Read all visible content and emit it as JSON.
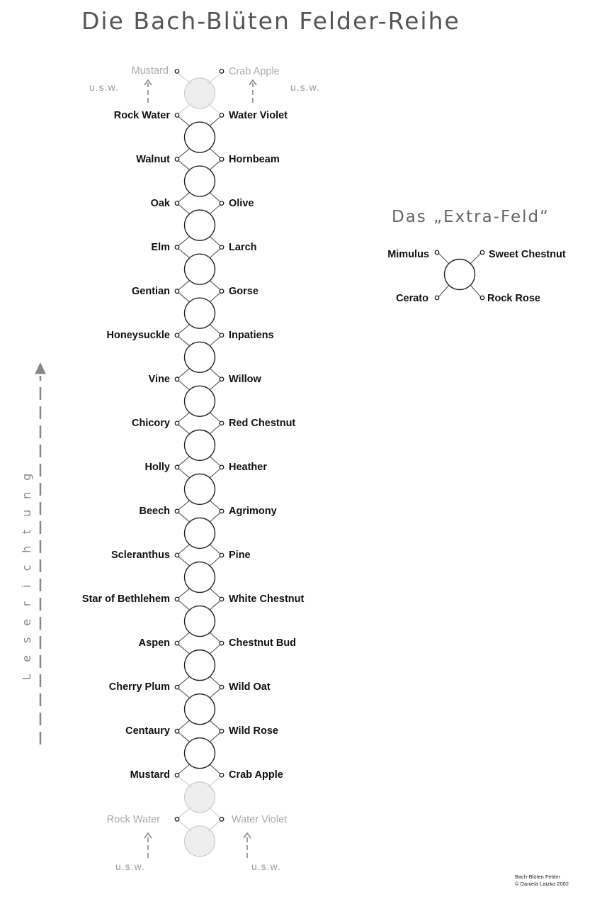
{
  "title": "Die Bach-Blüten Felder-Reihe",
  "extra_field": {
    "title": "Das „Extra-Feld“",
    "top_left": "Mimulus",
    "top_right": "Sweet Chestnut",
    "bottom_left": "Cerato",
    "bottom_right": "Rock Rose"
  },
  "top_continuation": {
    "left": "Mustard",
    "right": "Crab Apple",
    "usw_left": "u.s.w.",
    "usw_right": "u.s.w."
  },
  "rows": [
    {
      "left": "Rock Water",
      "right": "Water Violet"
    },
    {
      "left": "Walnut",
      "right": "Hornbeam"
    },
    {
      "left": "Oak",
      "right": "Olive"
    },
    {
      "left": "Elm",
      "right": "Larch"
    },
    {
      "left": "Gentian",
      "right": "Gorse"
    },
    {
      "left": "Honeysuckle",
      "right": "Inpatiens"
    },
    {
      "left": "Vine",
      "right": "Willow"
    },
    {
      "left": "Chicory",
      "right": "Red Chestnut"
    },
    {
      "left": "Holly",
      "right": "Heather"
    },
    {
      "left": "Beech",
      "right": "Agrimony"
    },
    {
      "left": "Scleranthus",
      "right": "Pine"
    },
    {
      "left": "Star of Bethlehem",
      "right": "White Chestnut"
    },
    {
      "left": "Aspen",
      "right": "Chestnut Bud"
    },
    {
      "left": "Cherry Plum",
      "right": "Wild Oat"
    },
    {
      "left": "Centaury",
      "right": "Wild Rose"
    },
    {
      "left": "Mustard",
      "right": "Crab Apple"
    }
  ],
  "bottom_continuation": {
    "left": "Rock Water",
    "right": "Water Violet",
    "usw_left": "u.s.w.",
    "usw_right": "u.s.w."
  },
  "reading_direction": [
    "L",
    "e",
    "s",
    "e",
    "r",
    "i",
    "c",
    "h",
    "t",
    "u",
    "n",
    "g"
  ],
  "credit": {
    "line1": "Bach-Blüten Felder",
    "line2": "© Daniela Latzko 2002"
  },
  "colors": {
    "line": "#555555",
    "faded": "#cccccc",
    "circle_fill_faded": "#eeeeee",
    "arrow": "#888888"
  }
}
